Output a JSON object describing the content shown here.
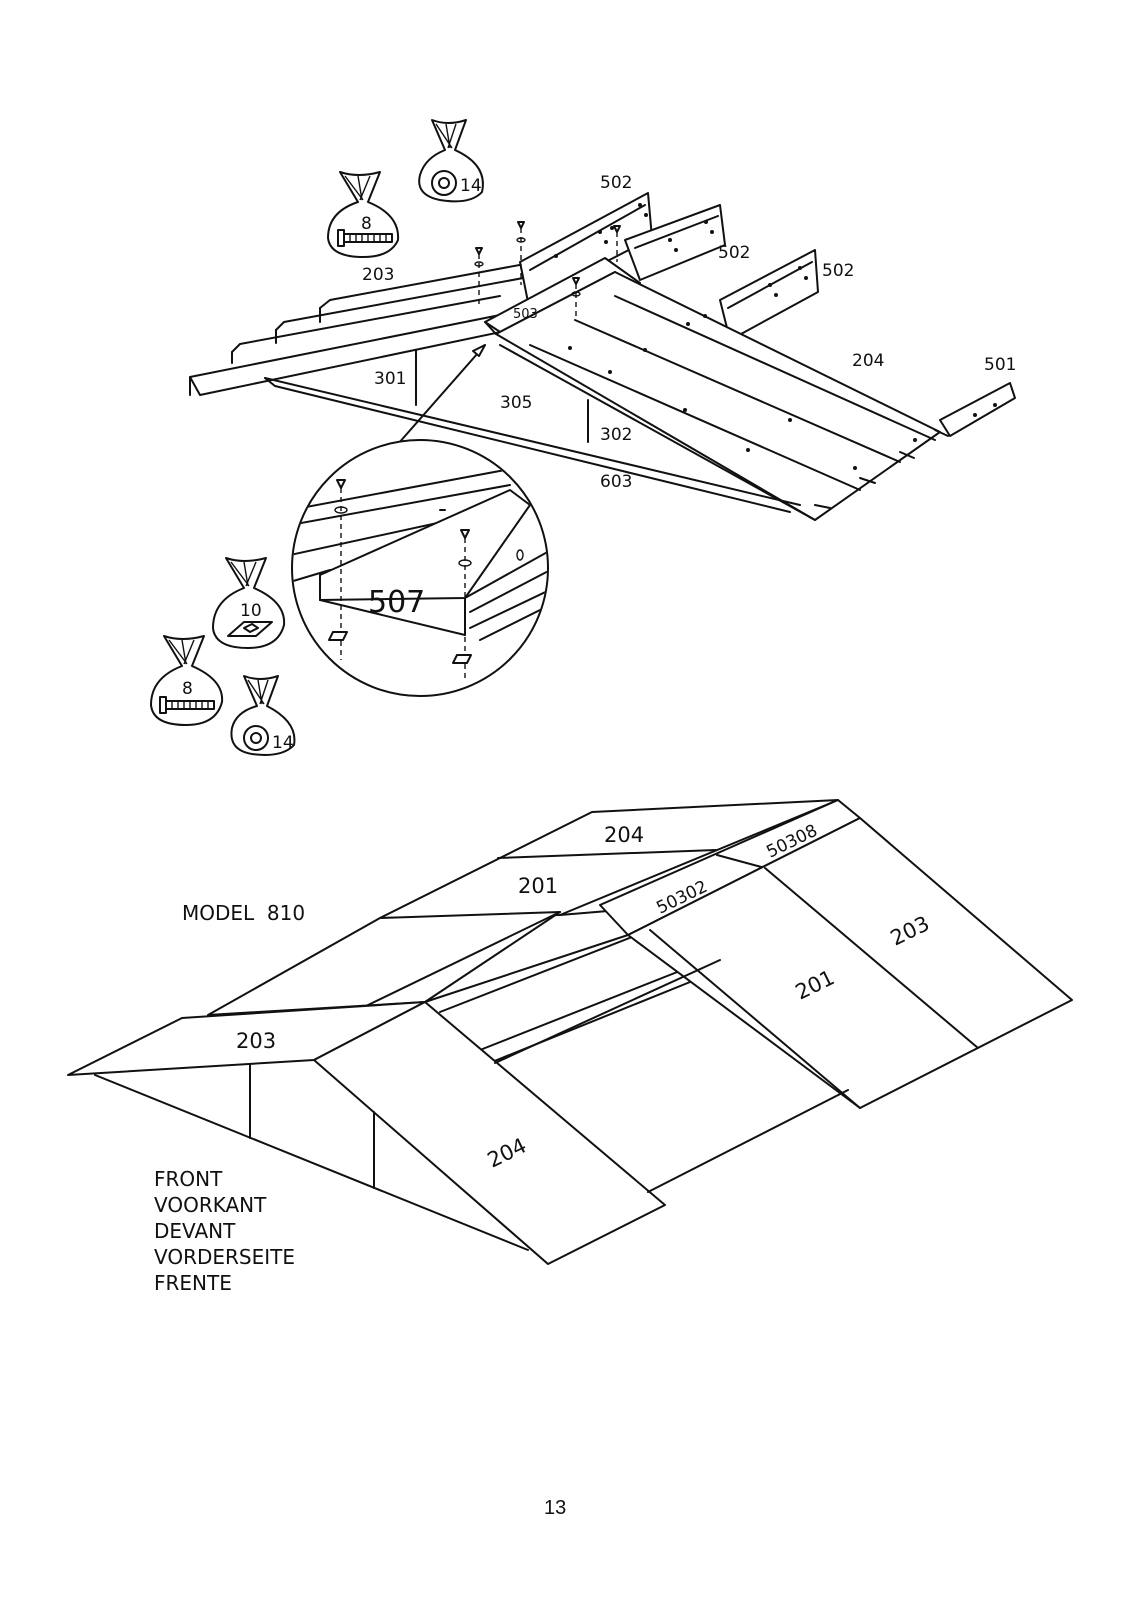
{
  "top_diagram": {
    "part_labels": {
      "p502a": "502",
      "p502b": "502",
      "p502c": "502",
      "p203": "203",
      "p503": "503",
      "p204": "204",
      "p501": "501",
      "p301": "301",
      "p305": "305",
      "p302": "302",
      "p603": "603",
      "p507": "507"
    },
    "bags": {
      "bag_top_washer": "14",
      "bag_top_screw": "8",
      "bag_nut": "10",
      "bag_screw": "8",
      "bag_washer": "14"
    }
  },
  "bottom_diagram": {
    "model": "MODEL  810",
    "panel_labels": {
      "back_204": "204",
      "back_201": "201",
      "ridge_50302": "50302",
      "ridge_50308": "50308",
      "right_203": "203",
      "right_201": "201",
      "front_203": "203",
      "front_204": "204"
    },
    "front_lines": [
      "FRONT",
      "VOORKANT",
      "DEVANT",
      "VORDERSEITE",
      "FRENTE"
    ]
  },
  "page_number": "13"
}
